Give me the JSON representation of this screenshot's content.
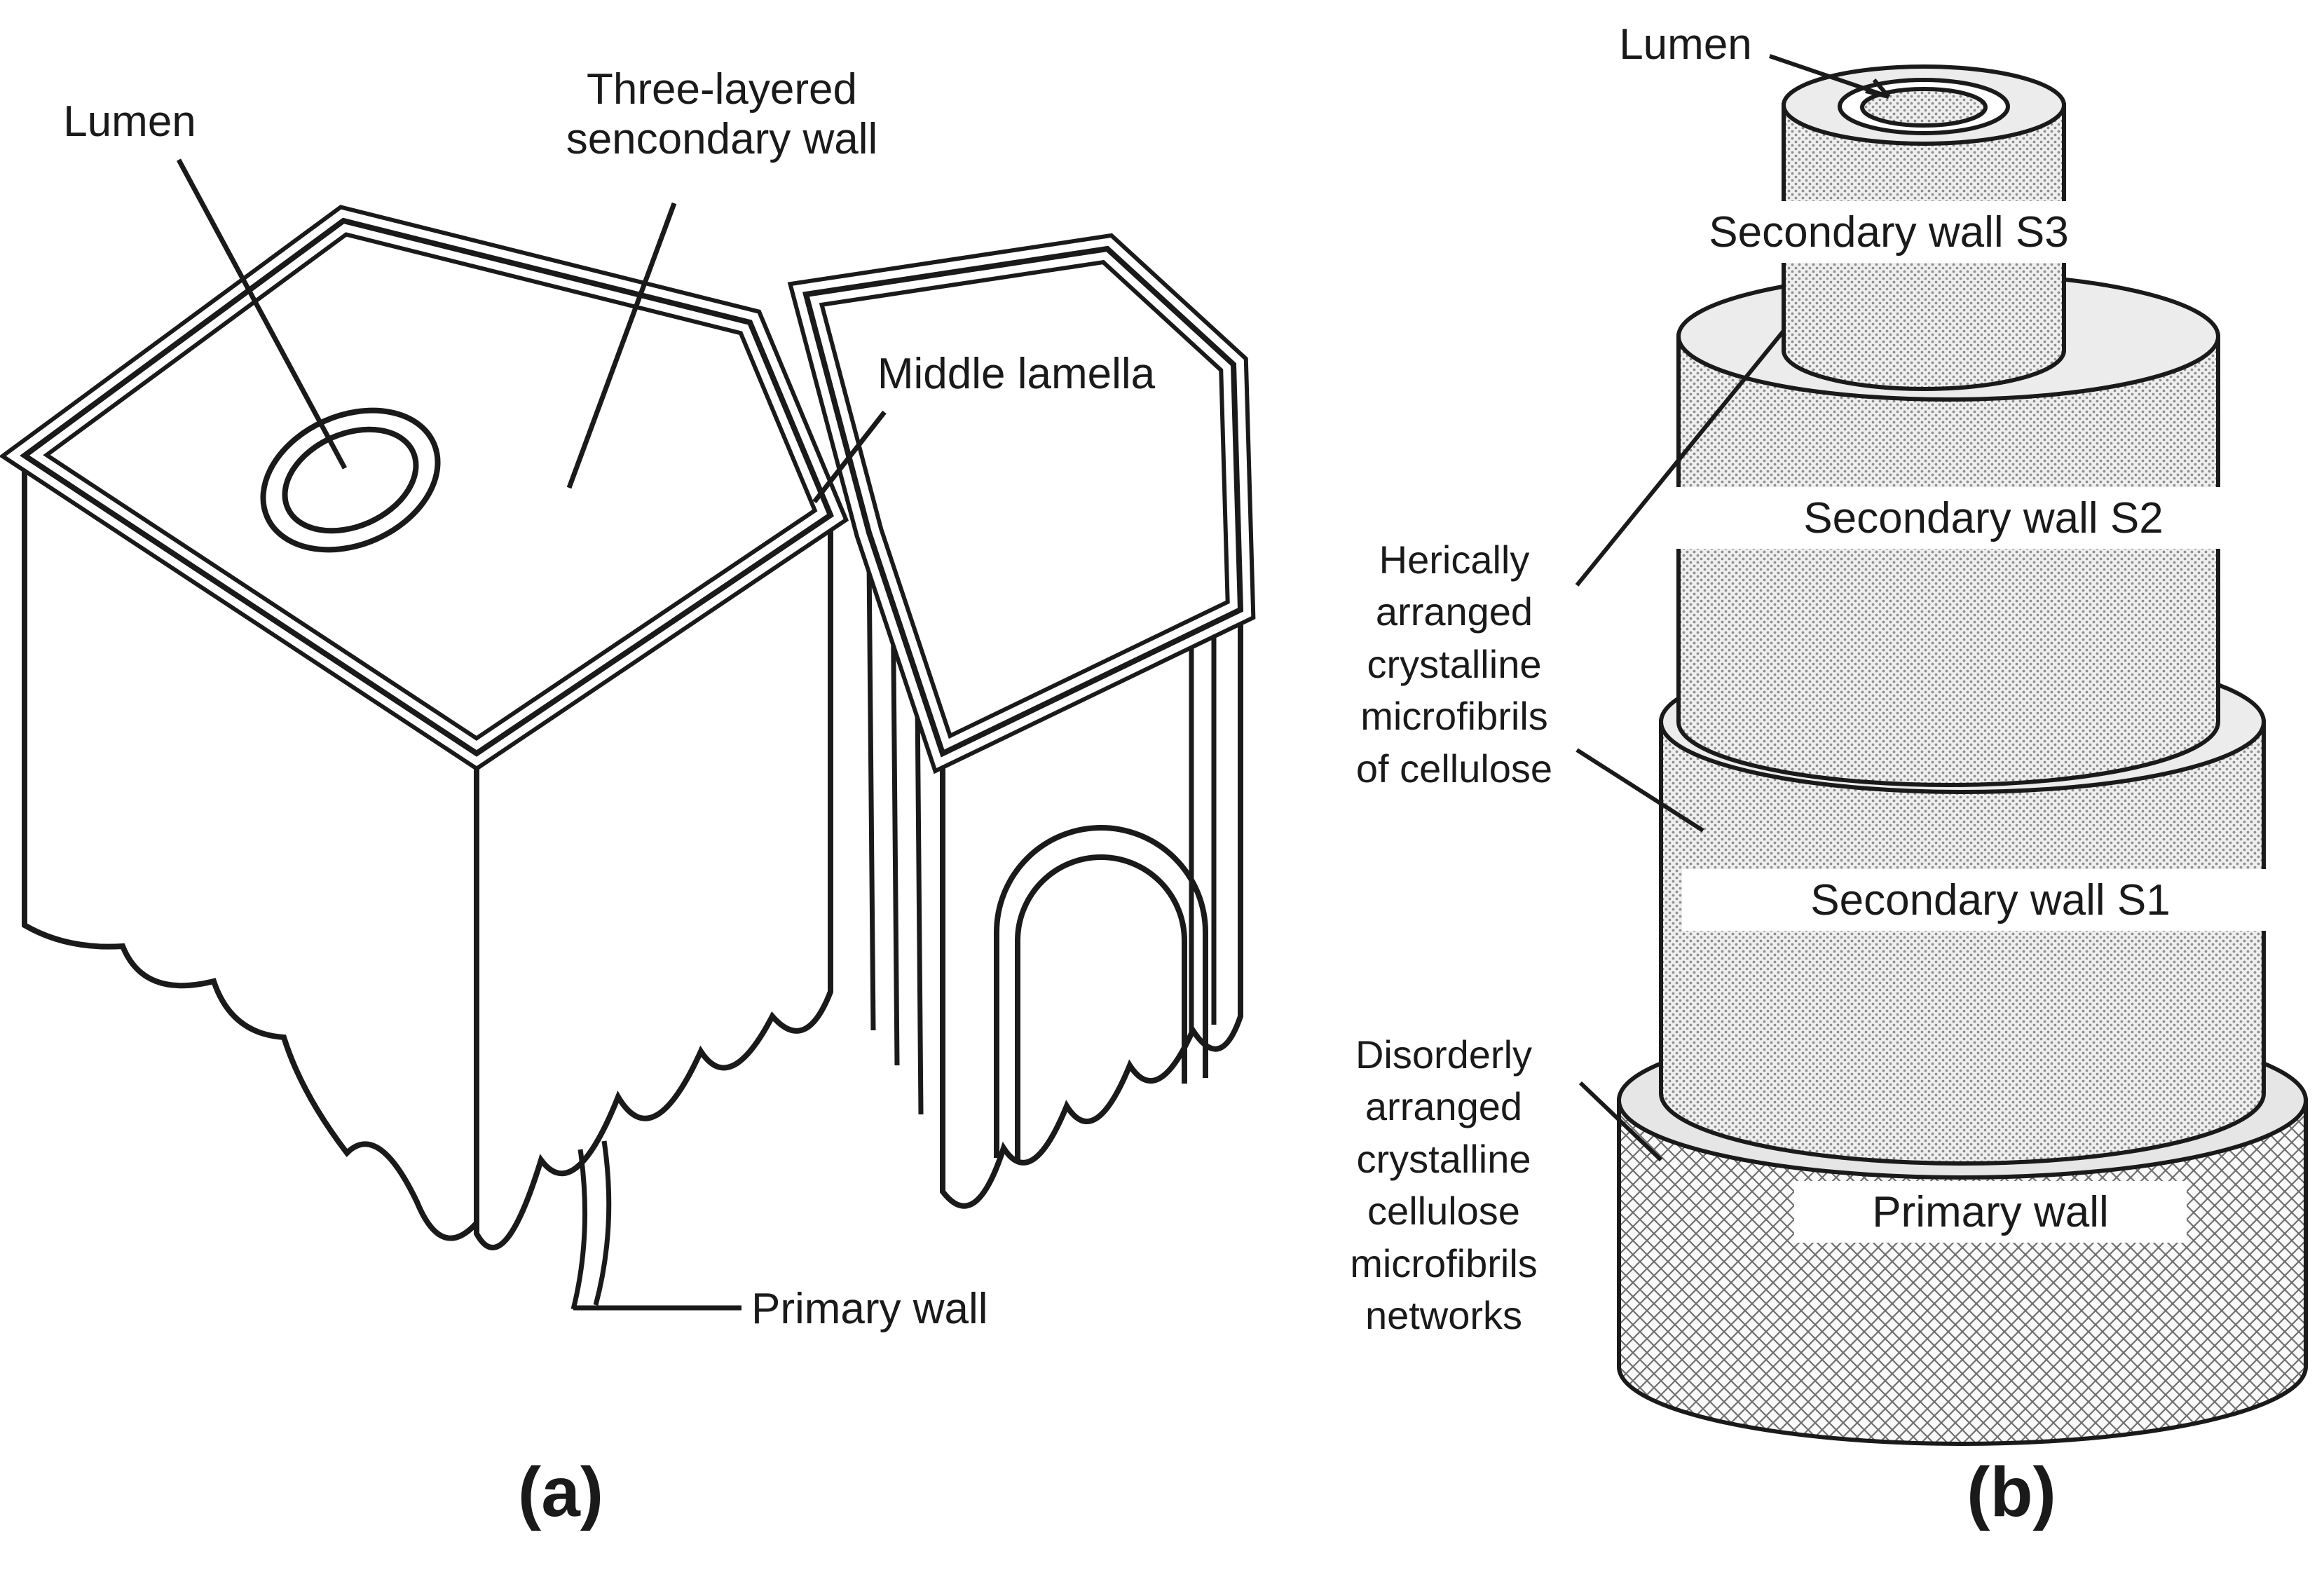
{
  "figure": {
    "panel_a": {
      "caption": "(a)",
      "labels": {
        "lumen": "Lumen",
        "secondary_wall_line1": "Three-layered",
        "secondary_wall_line2": "sencondary wall",
        "middle_lamella": "Middle lamella",
        "primary_wall": "Primary wall"
      }
    },
    "panel_b": {
      "caption": "(b)",
      "labels": {
        "lumen": "Lumen",
        "secondary_wall_s3": "Secondary wall S3",
        "secondary_wall_s2": "Secondary wall S2",
        "secondary_wall_s1": "Secondary wall S1",
        "primary_wall": "Primary wall",
        "helical_note_lines": [
          "Herically",
          "arranged",
          "crystalline",
          "microfibrils",
          "of cellulose"
        ],
        "disorderly_note_lines": [
          "Disorderly",
          "arranged",
          "crystalline",
          "cellulose",
          "microfibrils",
          "networks"
        ]
      }
    },
    "colors": {
      "background": "#ffffff",
      "line": "#1a1a1a",
      "cylinder_top_fill": "#ececec",
      "speckle_dot": "#8f8f8f",
      "speckle_background": "#efefef",
      "crosshatch_line": "#707070"
    }
  }
}
